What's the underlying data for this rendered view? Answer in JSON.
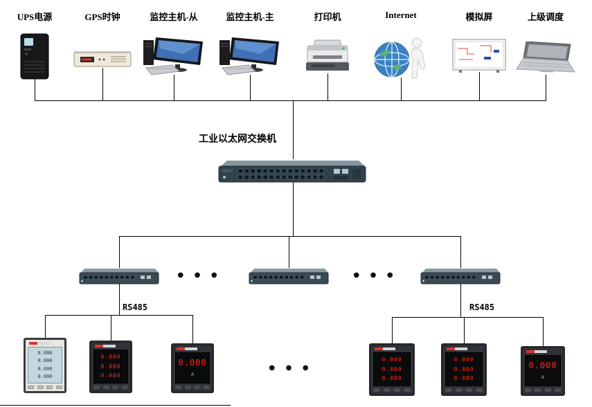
{
  "colors": {
    "wire": "#000000",
    "led_red": "#ff2b17",
    "lcd_bg": "#c3d7df",
    "switch_body": "#31424b",
    "switch_top": "#86979f"
  },
  "devices": [
    {
      "id": "ups",
      "label": "UPS电源"
    },
    {
      "id": "gps-clock",
      "label": "GPS时钟"
    },
    {
      "id": "monitor-slave",
      "label": "监控主机-从"
    },
    {
      "id": "monitor-master",
      "label": "监控主机-主"
    },
    {
      "id": "printer",
      "label": "打印机"
    },
    {
      "id": "internet",
      "label": "Internet"
    },
    {
      "id": "mimic-panel",
      "label": "模拟屏"
    },
    {
      "id": "dispatch",
      "label": "上级调度"
    }
  ],
  "main_switch": {
    "label": "工业以太网交换机"
  },
  "links": {
    "rs485_left": "RS485",
    "rs485_right": "RS485"
  },
  "ellipses": {
    "switch_gap_1": "● ● ●",
    "switch_gap_2": "● ● ●",
    "meter_gap": "● ● ●"
  },
  "meters": {
    "left": [
      {
        "style": "lcd",
        "rows": [
          "0.000",
          "0.000",
          "0.000",
          "0.000"
        ]
      },
      {
        "style": "led",
        "rows": [
          "0.000",
          "0.000",
          "0.000"
        ]
      },
      {
        "style": "led_single",
        "rows": [
          "0.000"
        ],
        "unit": "A"
      }
    ],
    "right": [
      {
        "style": "led",
        "rows": [
          "0.000",
          "0.000",
          "0.000"
        ]
      },
      {
        "style": "led",
        "rows": [
          "0.000",
          "0.000",
          "0.000"
        ]
      },
      {
        "style": "led_single",
        "rows": [
          "0.000"
        ],
        "unit": "A"
      }
    ]
  }
}
